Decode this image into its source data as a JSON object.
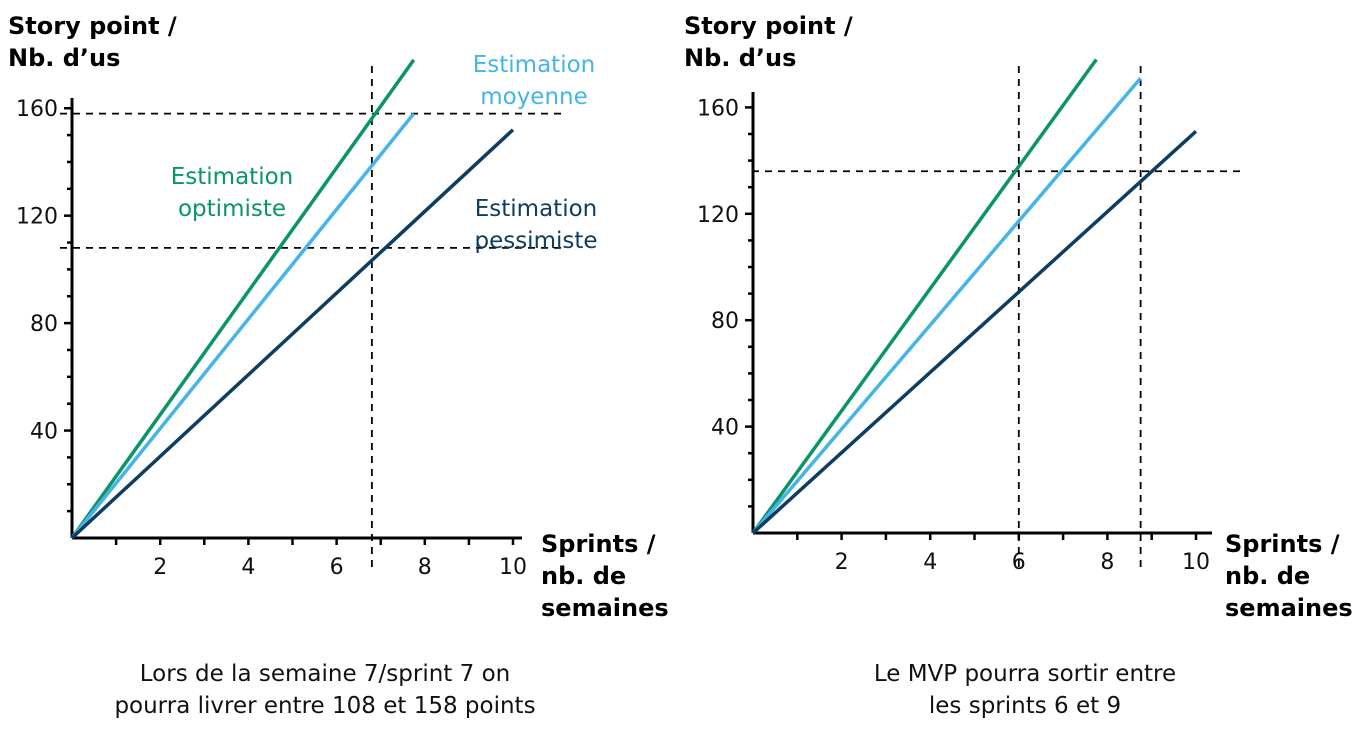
{
  "chart_data": [
    {
      "type": "line",
      "ylabel": [
        "Story point /",
        "Nb. d’us"
      ],
      "xlabel": [
        "Sprints /",
        "nb. de",
        "semaines"
      ],
      "xlim": [
        0,
        10
      ],
      "ylim": [
        0,
        165
      ],
      "x_ticks": [
        2,
        4,
        6,
        8,
        10
      ],
      "y_ticks": [
        40,
        80,
        120,
        160
      ],
      "grid": false,
      "series": [
        {
          "name": [
            "Estimation",
            "optimiste"
          ],
          "color": "#0a9468",
          "x": [
            0,
            7.75
          ],
          "y": [
            0,
            178
          ]
        },
        {
          "name": [
            "Estimation",
            "moyenne"
          ],
          "color": "#46b4e8",
          "x": [
            0,
            7.75
          ],
          "y": [
            0,
            158
          ]
        },
        {
          "name": [
            "Estimation",
            "pessimiste"
          ],
          "color": "#0f3d60",
          "x": [
            0,
            10
          ],
          "y": [
            0,
            152
          ]
        }
      ],
      "reference_lines": [
        {
          "axis": "x",
          "value": 6.8
        },
        {
          "axis": "y",
          "value": 158
        },
        {
          "axis": "y",
          "value": 108
        }
      ],
      "caption": [
        "Lors de la semaine 7/sprint 7 on",
        "pourra livrer entre 108 et 158 points"
      ]
    },
    {
      "type": "line",
      "ylabel": [
        "Story point /",
        "Nb. d’us"
      ],
      "xlabel": [
        "Sprints /",
        "nb. de",
        "semaines"
      ],
      "xlim": [
        0,
        10
      ],
      "ylim": [
        0,
        165
      ],
      "x_ticks": [
        2,
        4,
        6,
        8,
        10
      ],
      "y_ticks": [
        40,
        80,
        120,
        160
      ],
      "grid": false,
      "series": [
        {
          "color": "#0a9468",
          "x": [
            0,
            7.75
          ],
          "y": [
            0,
            178
          ]
        },
        {
          "color": "#46b4e8",
          "x": [
            0,
            8.75
          ],
          "y": [
            0,
            171
          ]
        },
        {
          "color": "#0f3d60",
          "x": [
            0,
            10
          ],
          "y": [
            0,
            151
          ]
        }
      ],
      "reference_lines": [
        {
          "axis": "x",
          "value": 6
        },
        {
          "axis": "x",
          "value": 8.75
        },
        {
          "axis": "y",
          "value": 136
        }
      ],
      "caption": [
        "Le MVP pourra sortir entre",
        "les sprints 6 et 9"
      ]
    }
  ]
}
